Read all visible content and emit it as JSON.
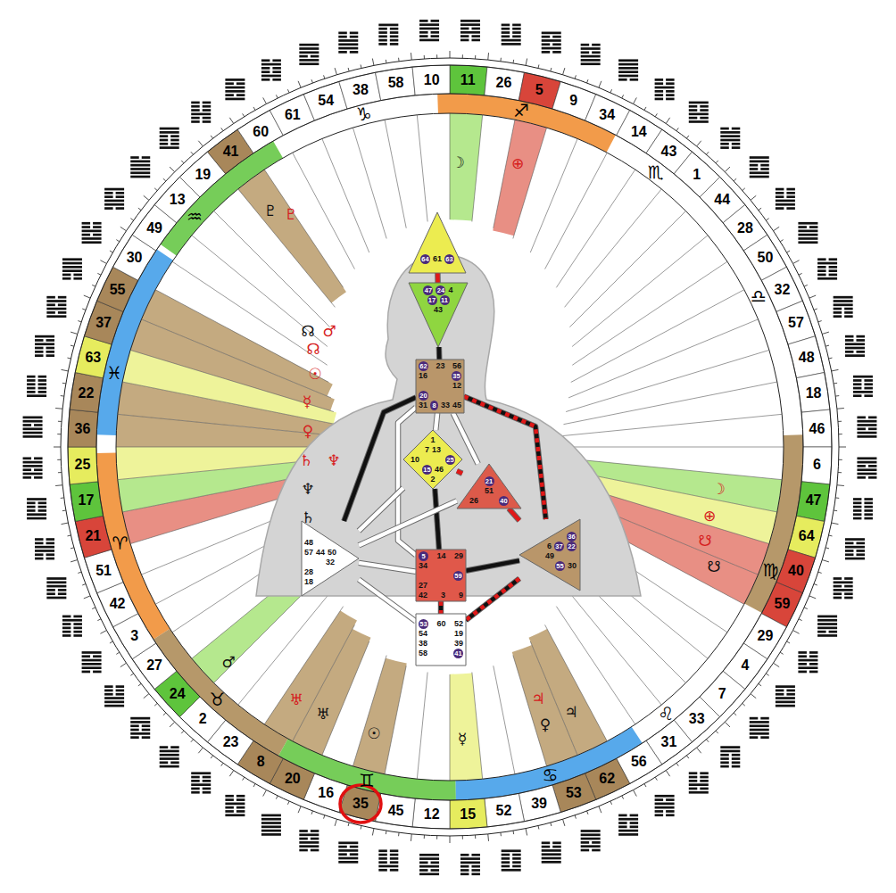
{
  "diagram": {
    "nodes": [
      {
        "text": [
          "64",
          "61",
          "63"
        ]
      },
      {
        "text": [
          "47",
          "24",
          "4",
          "17",
          "11",
          "43"
        ]
      },
      {
        "text": [
          "62",
          "23",
          "56",
          "16",
          "35",
          "12",
          "20",
          "31",
          "8",
          "33",
          "45"
        ]
      },
      {
        "text": [
          "1",
          "7",
          "13",
          "10",
          "25",
          "15",
          "46",
          "2"
        ]
      },
      {
        "text": [
          "21",
          "51",
          "26",
          "40"
        ]
      },
      {
        "text": [
          "48",
          "57",
          "44",
          "50",
          "32",
          "28",
          "18"
        ]
      },
      {
        "text": [
          "5",
          "14",
          "29",
          "34",
          "59",
          "27",
          "42",
          "3",
          "9"
        ]
      },
      {
        "text": [
          "36",
          "6",
          "37",
          "22",
          "49",
          "55",
          "30"
        ]
      },
      {
        "text": [
          "53",
          "60",
          "52",
          "54",
          "19",
          "38",
          "39",
          "58",
          "41"
        ]
      }
    ],
    "edges": [
      {
        "from": 0,
        "to": 1,
        "arrow": "none"
      },
      {
        "from": 1,
        "to": 2,
        "arrow": "none"
      },
      {
        "from": 2,
        "to": 3,
        "arrow": "none"
      },
      {
        "from": 2,
        "to": 4,
        "arrow": "none"
      },
      {
        "from": 2,
        "to": 5,
        "arrow": "none"
      },
      {
        "from": 2,
        "to": 6,
        "arrow": "none"
      },
      {
        "from": 2,
        "to": 7,
        "arrow": "none"
      },
      {
        "from": 3,
        "to": 4,
        "arrow": "none"
      },
      {
        "from": 3,
        "to": 6,
        "arrow": "none"
      },
      {
        "from": 3,
        "to": 5,
        "arrow": "none"
      },
      {
        "from": 4,
        "to": 7,
        "arrow": "none"
      },
      {
        "from": 4,
        "to": 5,
        "arrow": "none"
      },
      {
        "from": 5,
        "to": 6,
        "arrow": "none"
      },
      {
        "from": 6,
        "to": 7,
        "arrow": "none"
      },
      {
        "from": 6,
        "to": 8,
        "arrow": "none"
      },
      {
        "from": 5,
        "to": 8,
        "arrow": "none"
      },
      {
        "from": 7,
        "to": 8,
        "arrow": "none"
      }
    ],
    "labels": [
      "11",
      "26",
      "5",
      "9",
      "34",
      "14",
      "43",
      "1",
      "44",
      "28",
      "50",
      "32",
      "57",
      "48",
      "18",
      "46",
      "6",
      "47",
      "64",
      "40",
      "59",
      "29",
      "4",
      "7",
      "33",
      "31",
      "56",
      "62",
      "53",
      "39",
      "52",
      "15",
      "12",
      "45",
      "35",
      "16",
      "20",
      "8",
      "23",
      "2",
      "24",
      "27",
      "3",
      "42",
      "51",
      "21",
      "17",
      "25",
      "36",
      "22",
      "63",
      "37",
      "55",
      "30",
      "49",
      "13",
      "19",
      "41",
      "60",
      "61",
      "54",
      "38",
      "58",
      "10",
      "♑",
      "♐",
      "♏",
      "♎",
      "♍",
      "♌",
      "♋",
      "♊",
      "♉",
      "♈",
      "♓",
      "♒",
      "☽",
      "⊕",
      "♇",
      "♇",
      "☊",
      "♂",
      "☊",
      "☉",
      "☿",
      "♀",
      "♄",
      "♆",
      "♆",
      "♄",
      "☽",
      "⊕",
      "☋",
      "☋",
      "♂",
      "♅",
      "♅",
      "☉",
      "☿",
      "♃",
      "♀",
      "♃"
    ]
  }
}
